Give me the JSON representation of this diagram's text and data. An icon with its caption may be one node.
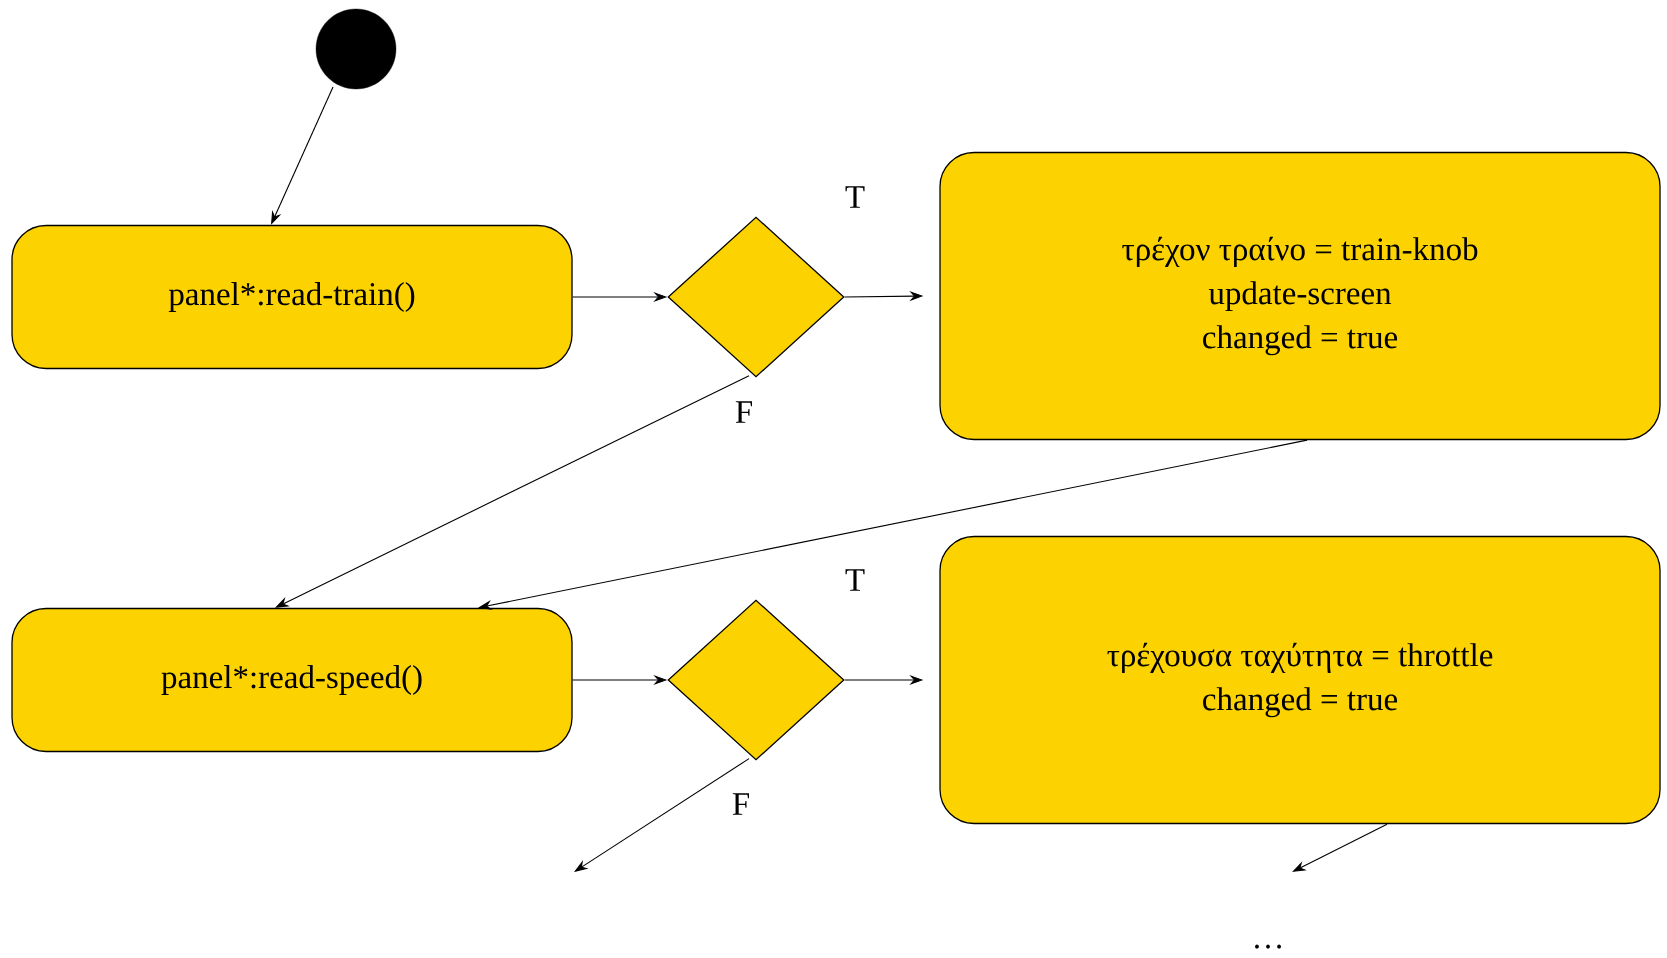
{
  "diagram": {
    "nodes": [
      {
        "text": [],
        "shape": "circle"
      },
      {
        "text": [
          "panel*:read-train()"
        ]
      },
      {
        "text": [],
        "shape": "diamond"
      },
      {
        "text": [
          "τρέχον τραίνο = train-knob",
          "update-screen",
          "changed = true"
        ]
      },
      {
        "text": [
          "panel*:read-speed()"
        ]
      },
      {
        "text": [],
        "shape": "diamond"
      },
      {
        "text": [
          "τρέχουσα ταχύτητα = throttle",
          "changed = true"
        ]
      }
    ],
    "edges": [
      {
        "from": 0,
        "to": 1,
        "arrow": "to"
      },
      {
        "from": 1,
        "to": 2,
        "arrow": "to"
      },
      {
        "from": 2,
        "to": 3,
        "arrow": "to",
        "label": "T"
      },
      {
        "from": 2,
        "to": 4,
        "arrow": "to",
        "label": "F"
      },
      {
        "from": 3,
        "to": 4,
        "arrow": "to"
      },
      {
        "from": 4,
        "to": 5,
        "arrow": "to"
      },
      {
        "from": 5,
        "to": 6,
        "arrow": "to",
        "label": "T"
      },
      {
        "from": 5,
        "to": null,
        "arrow": "to",
        "label": "F"
      },
      {
        "from": 6,
        "to": null,
        "arrow": "to"
      }
    ],
    "labels": [
      "…"
    ]
  }
}
